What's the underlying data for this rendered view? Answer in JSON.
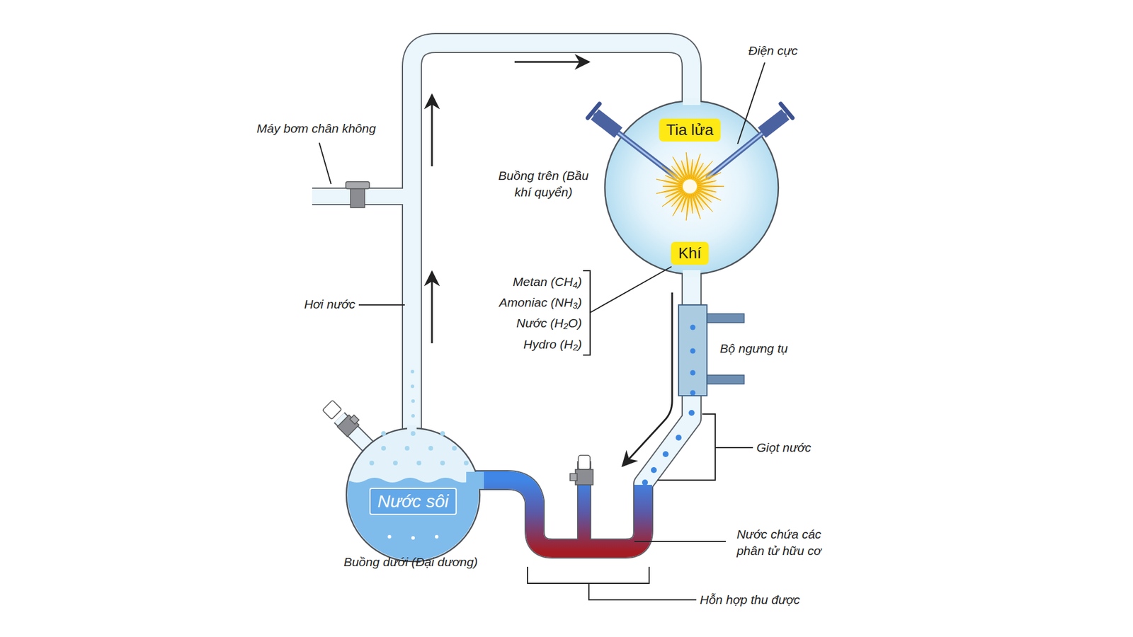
{
  "diagram": {
    "nodes": [
      {
        "text": [
          "Tia lửa"
        ]
      },
      {
        "text": [
          "Khí"
        ]
      },
      {
        "text": [
          "Nước sôi"
        ]
      }
    ],
    "labels": [
      "Máy bơm chân không",
      "Điện cực",
      "Buồng trên (Bầu khí quyển)",
      "Hơi nước",
      "Metan (CH₄)",
      "Amoniac (NH₃)",
      "Nước (H₂O)",
      "Hydro (H₂)",
      "Bộ ngưng tụ",
      "Giọt nước",
      "Nước chứa các phân tử hữu cơ",
      "Hỗn hợp thu được",
      "Buồng dưới (Đại dương)"
    ]
  }
}
